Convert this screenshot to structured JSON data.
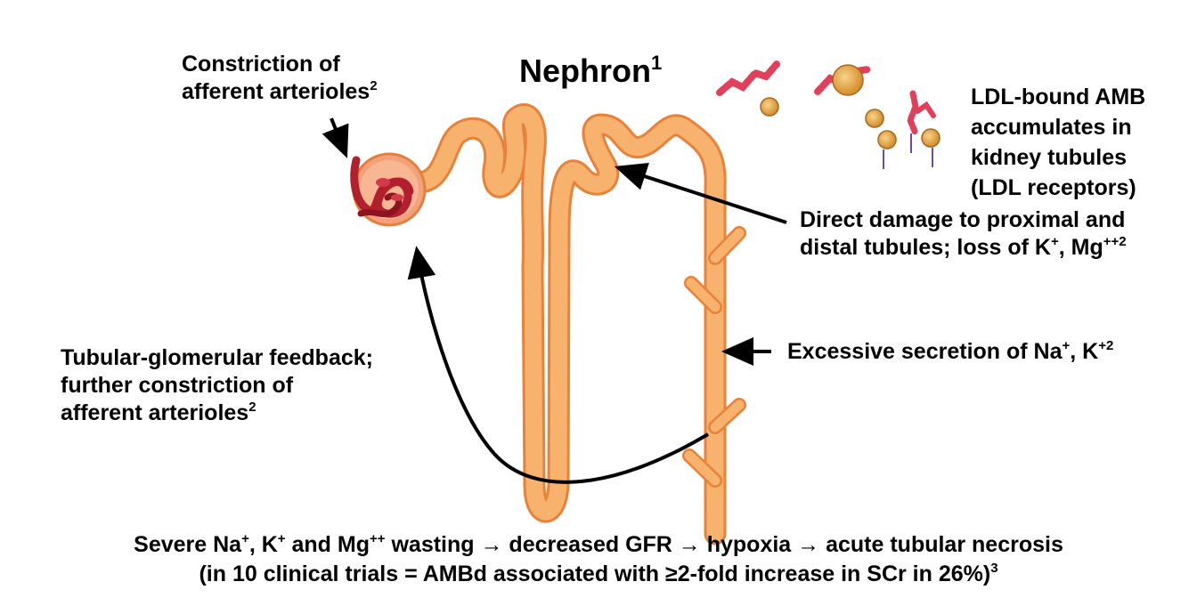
{
  "title": {
    "text": "Nephron",
    "sup": "1"
  },
  "labels": {
    "constriction": {
      "line1": "Constriction of",
      "line2": "afferent arterioles",
      "sup": "2"
    },
    "ldl": {
      "lines": [
        "LDL-bound AMB",
        "accumulates in",
        "kidney tubules",
        "(LDL receptors)"
      ]
    },
    "direct_damage": {
      "line1": "Direct damage to proximal and",
      "line2": "distal tubules; loss of K",
      "sup_k": "+",
      "mg": ", Mg",
      "sup_mg": "++2"
    },
    "secretion": {
      "text": "Excessive secretion of Na",
      "sup_na": "+",
      "k": ", K",
      "sup_k": "+2"
    },
    "feedback": {
      "line1": "Tubular-glomerular feedback;",
      "line2": "further constriction of",
      "line3": "afferent arterioles",
      "sup": "2"
    }
  },
  "bottom": {
    "line1": {
      "a": "Severe Na",
      "sup1": "+",
      "b": ", K",
      "sup2": "+",
      "c": " and Mg",
      "sup3": "++",
      "d": " wasting → decreased GFR → hypoxia → acute tubular necrosis"
    },
    "line2": {
      "a": "(in 10 clinical trials = AMBd associated with ≥2-fold increase in SCr in 26%)",
      "sup": "3"
    }
  },
  "colors": {
    "tubule_fill": "#f7b26d",
    "tubule_edge": "#e8823a",
    "capsule_fill": "#f4a07a",
    "capillary": "#b21f2d",
    "arrow": "#000000",
    "lipoprotein": "#e7a94a",
    "protein_chain": "#e0405a"
  }
}
